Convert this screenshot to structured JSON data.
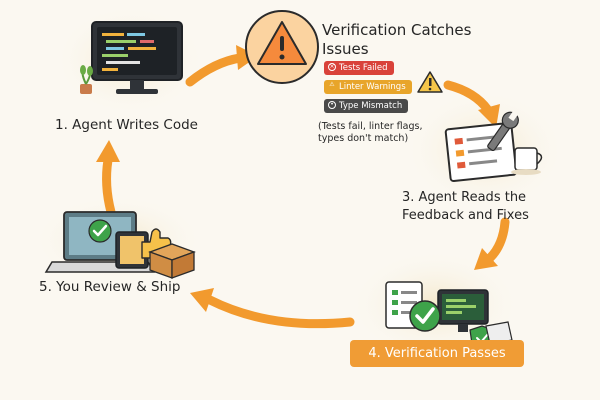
{
  "steps": {
    "step1": {
      "label": "1. Agent Writes Code"
    },
    "step2": {
      "title": "Verification Catches Issues",
      "badges": [
        {
          "label": "Tests Failed",
          "color": "#d9423a",
          "icon": "x-circle-icon"
        },
        {
          "label": "Linter Warnings",
          "color": "#e8a52a",
          "icon": "warning-triangle-icon"
        },
        {
          "label": "Type Mismatch",
          "color": "#4a4a4a",
          "icon": "dot-circle-icon"
        }
      ],
      "note": "(Tests fail, linter flags, types don't match)"
    },
    "step3": {
      "label": "3. Agent Reads the Feedback and Fixes"
    },
    "step4": {
      "label": "4. Verification Passes"
    },
    "step5": {
      "label": "5. You Review & Ship"
    }
  },
  "colors": {
    "accent_orange": "#f29a2e",
    "warning_fill": "#f58a3c",
    "success_green": "#3ea34a",
    "background": "#fbf8f1"
  }
}
